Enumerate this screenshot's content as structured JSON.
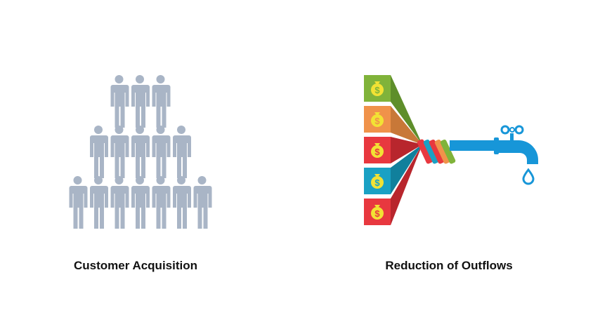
{
  "left_panel": {
    "label": "Customer Acquisition",
    "people_rows": [
      3,
      5,
      7
    ],
    "person_color": "#a9b5c6"
  },
  "right_panel": {
    "label": "Reduction of Outflows",
    "bag_symbol": "$",
    "boxes": [
      {
        "color": "#80b33a",
        "side": "#5e8e2a"
      },
      {
        "color": "#f0924a",
        "side": "#c87838"
      },
      {
        "color": "#e8383f",
        "side": "#b8262d"
      },
      {
        "color": "#1aa1c4",
        "side": "#11809c"
      },
      {
        "color": "#e8383f",
        "side": "#b8262d"
      }
    ],
    "pipe_color": "#1796d8",
    "coin_color": "#f2e234"
  }
}
